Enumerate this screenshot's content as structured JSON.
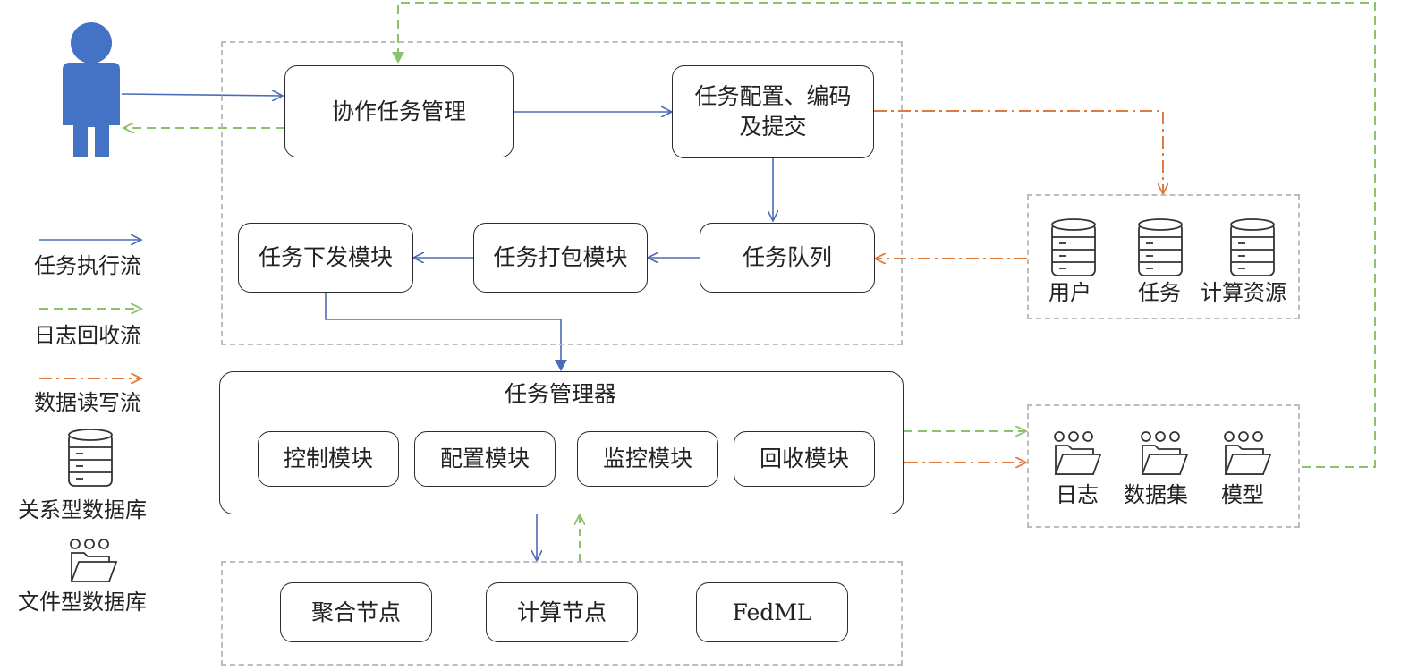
{
  "colors": {
    "execution_flow": "#4a6bb5",
    "log_flow": "#8cc26b",
    "data_flow": "#e07b3f",
    "person": "#4472c4",
    "region_border": "#bdbdbd"
  },
  "icons": {
    "person": "person-icon",
    "relational_db": "database-icon",
    "file_db": "folder-database-icon"
  },
  "top": {
    "collab_task_mgmt": "协作任务管理",
    "task_config_line1": "任务配置、编码",
    "task_config_line2": "及提交"
  },
  "pipeline": {
    "task_dispatch": "任务下发模块",
    "task_pack": "任务打包模块",
    "task_queue": "任务队列"
  },
  "manager": {
    "title": "任务管理器",
    "modules": [
      "控制模块",
      "配置模块",
      "监控模块",
      "回收模块"
    ]
  },
  "nodes": [
    "聚合节点",
    "计算节点",
    "FedML"
  ],
  "rel_db_group": {
    "items": [
      "用户",
      "任务",
      "计算资源"
    ]
  },
  "file_db_group": {
    "items": [
      "日志",
      "数据集",
      "模型"
    ]
  },
  "legend": {
    "execution_flow": "任务执行流",
    "log_flow": "日志回收流",
    "data_flow": "数据读写流",
    "relational_db": "关系型数据库",
    "file_db": "文件型数据库"
  }
}
